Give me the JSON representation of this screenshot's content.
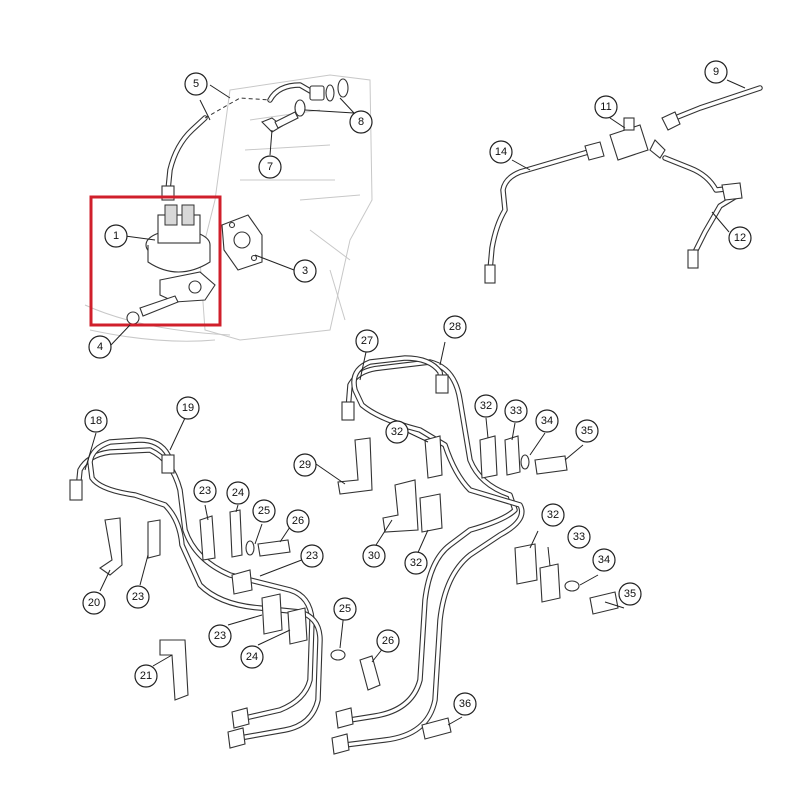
{
  "callouts": [
    {
      "label": "1"
    },
    {
      "label": "3"
    },
    {
      "label": "4"
    },
    {
      "label": "5"
    },
    {
      "label": "7"
    },
    {
      "label": "8"
    },
    {
      "label": "9"
    },
    {
      "label": "11"
    },
    {
      "label": "12"
    },
    {
      "label": "14"
    },
    {
      "label": "18"
    },
    {
      "label": "19"
    },
    {
      "label": "20"
    },
    {
      "label": "21"
    },
    {
      "label": "23"
    },
    {
      "label": "23"
    },
    {
      "label": "23"
    },
    {
      "label": "23"
    },
    {
      "label": "24"
    },
    {
      "label": "24"
    },
    {
      "label": "25"
    },
    {
      "label": "25"
    },
    {
      "label": "26"
    },
    {
      "label": "26"
    },
    {
      "label": "27"
    },
    {
      "label": "28"
    },
    {
      "label": "29"
    },
    {
      "label": "30"
    },
    {
      "label": "32"
    },
    {
      "label": "32"
    },
    {
      "label": "32"
    },
    {
      "label": "32"
    },
    {
      "label": "33"
    },
    {
      "label": "33"
    },
    {
      "label": "34"
    },
    {
      "label": "34"
    },
    {
      "label": "35"
    },
    {
      "label": "35"
    },
    {
      "label": "36"
    }
  ],
  "colors": {
    "highlight": "#d01f2b",
    "line": "#333333",
    "background": "#ffffff"
  }
}
